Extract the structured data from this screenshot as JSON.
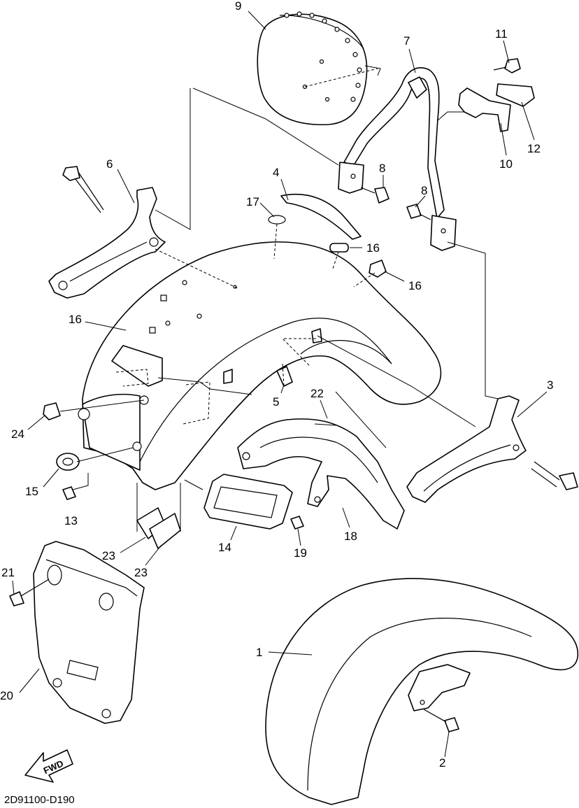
{
  "diagram": {
    "reference_code": "2D91100-D190",
    "direction_label": "FWD",
    "callouts": [
      {
        "key": "c9",
        "text": "9"
      },
      {
        "key": "c7",
        "text": "7"
      },
      {
        "key": "c11",
        "text": "11"
      },
      {
        "key": "c12",
        "text": "12"
      },
      {
        "key": "c10",
        "text": "10"
      },
      {
        "key": "c6",
        "text": "6"
      },
      {
        "key": "c4",
        "text": "4"
      },
      {
        "key": "c8a",
        "text": "8"
      },
      {
        "key": "c8b",
        "text": "8"
      },
      {
        "key": "c17",
        "text": "17"
      },
      {
        "key": "c16a",
        "text": "16"
      },
      {
        "key": "c16b",
        "text": "16"
      },
      {
        "key": "c16c",
        "text": "16"
      },
      {
        "key": "c3",
        "text": "3"
      },
      {
        "key": "c5",
        "text": "5"
      },
      {
        "key": "c22",
        "text": "22"
      },
      {
        "key": "c24",
        "text": "24"
      },
      {
        "key": "c15",
        "text": "15"
      },
      {
        "key": "c13",
        "text": "13"
      },
      {
        "key": "c14",
        "text": "14"
      },
      {
        "key": "c19",
        "text": "19"
      },
      {
        "key": "c18",
        "text": "18"
      },
      {
        "key": "c23a",
        "text": "23"
      },
      {
        "key": "c23b",
        "text": "23"
      },
      {
        "key": "c21",
        "text": "21"
      },
      {
        "key": "c1",
        "text": "1"
      },
      {
        "key": "c20",
        "text": "20"
      },
      {
        "key": "c2",
        "text": "2"
      }
    ]
  }
}
